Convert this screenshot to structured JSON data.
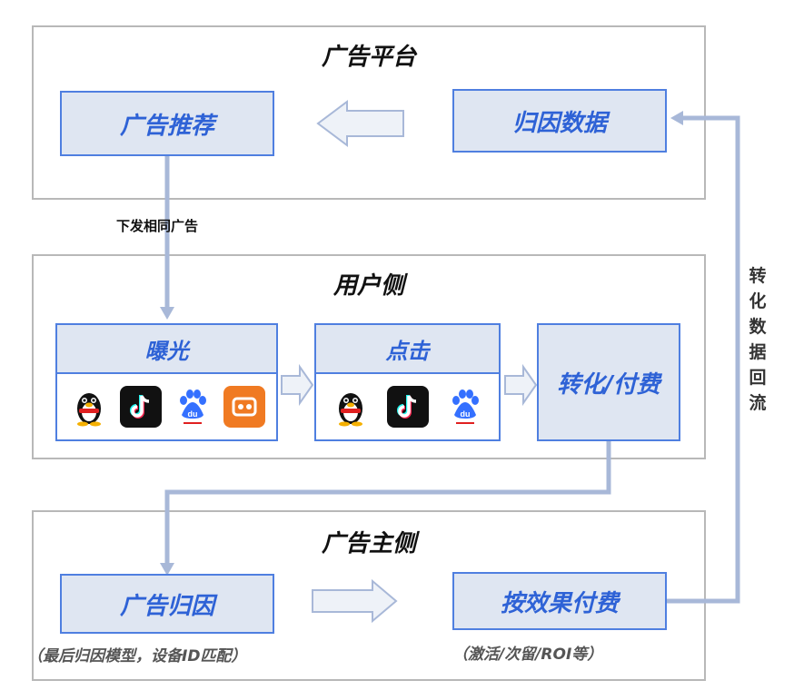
{
  "platform": {
    "title": "广告平台",
    "recommend_label": "广告推荐",
    "attribution_label": "归因数据"
  },
  "user_side": {
    "title": "用户侧",
    "exposure_label": "曝光",
    "click_label": "点击",
    "conversion_label": "转化/付费",
    "exposure_apps": [
      "qq-penguin-icon",
      "tiktok-icon",
      "baidu-icon",
      "mini-program-icon"
    ],
    "click_apps": [
      "qq-penguin-icon",
      "tiktok-icon",
      "baidu-icon"
    ]
  },
  "advertiser": {
    "title": "广告主侧",
    "attribution_label": "广告归因",
    "attribution_note": "（最后归因模型，设备ID匹配）",
    "pay_label": "按效果付费",
    "pay_note": "（激活/次留/ROI等）"
  },
  "edges": {
    "dispatch_label": "下发相同广告",
    "feedback_label": "转化数据回流"
  },
  "colors": {
    "node_border": "#4f7fe0",
    "node_fill": "#dfe6f2",
    "node_text": "#2e62d6",
    "connector": "#a8b8d8",
    "panel_border": "#b8b8b8"
  }
}
